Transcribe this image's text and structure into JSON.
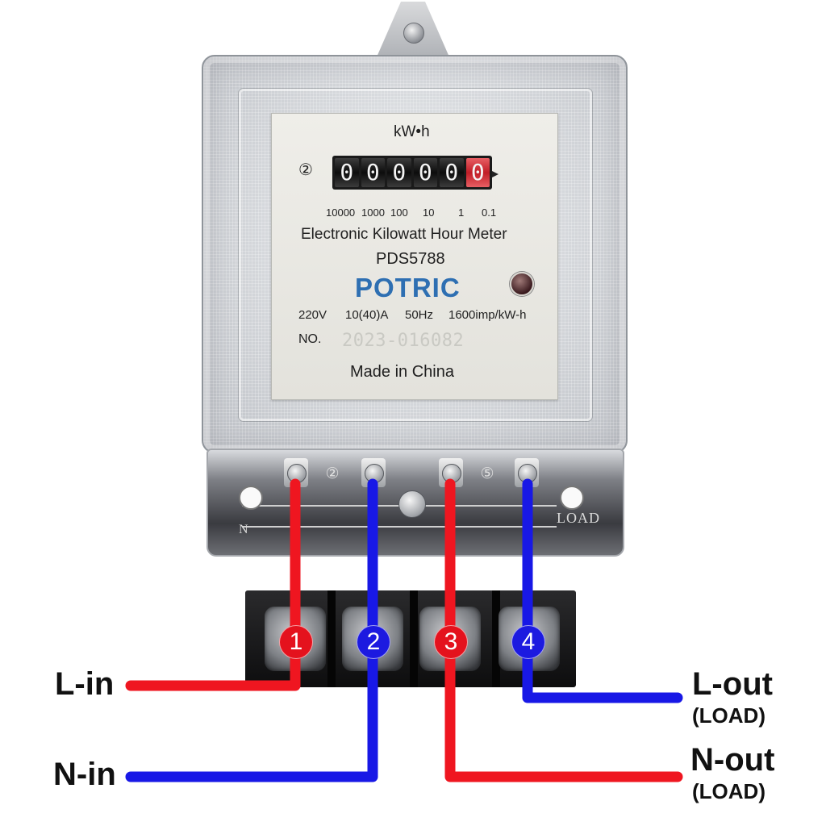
{
  "colors": {
    "line_wire": "#ef1620",
    "neutral_wire": "#1818e6",
    "brand": "#2e6fb2"
  },
  "meter": {
    "unit": "kW•h",
    "indicator_number": "②",
    "counter_digits": [
      "0",
      "0",
      "0",
      "0",
      "0",
      "0"
    ],
    "multipliers": [
      "10000",
      "1000",
      "100",
      "10",
      "1",
      "0.1"
    ],
    "description": "Electronic Kilowatt Hour Meter",
    "model": "PDS5788",
    "brand": "POTRIC",
    "specs": [
      "220V",
      "10(40)A",
      "50Hz",
      "1600imp/kW-h"
    ],
    "serial_label": "NO.",
    "serial": "2023-016082",
    "origin": "Made in China"
  },
  "terminal_cover": {
    "marks": [
      "②",
      "⑤"
    ],
    "load_text": "LOAD",
    "n_text": "N"
  },
  "terminals": [
    {
      "number": "1",
      "color": "red"
    },
    {
      "number": "2",
      "color": "blue"
    },
    {
      "number": "3",
      "color": "red"
    },
    {
      "number": "4",
      "color": "blue"
    }
  ],
  "labels": {
    "l_in": "L-in",
    "n_in": "N-in",
    "l_out": "L-out",
    "l_out_sub": "(LOAD)",
    "n_out": "N-out",
    "n_out_sub": "(LOAD)"
  },
  "icons": {
    "tab_screw": "screw-icon",
    "led": "pulse-led-icon"
  }
}
